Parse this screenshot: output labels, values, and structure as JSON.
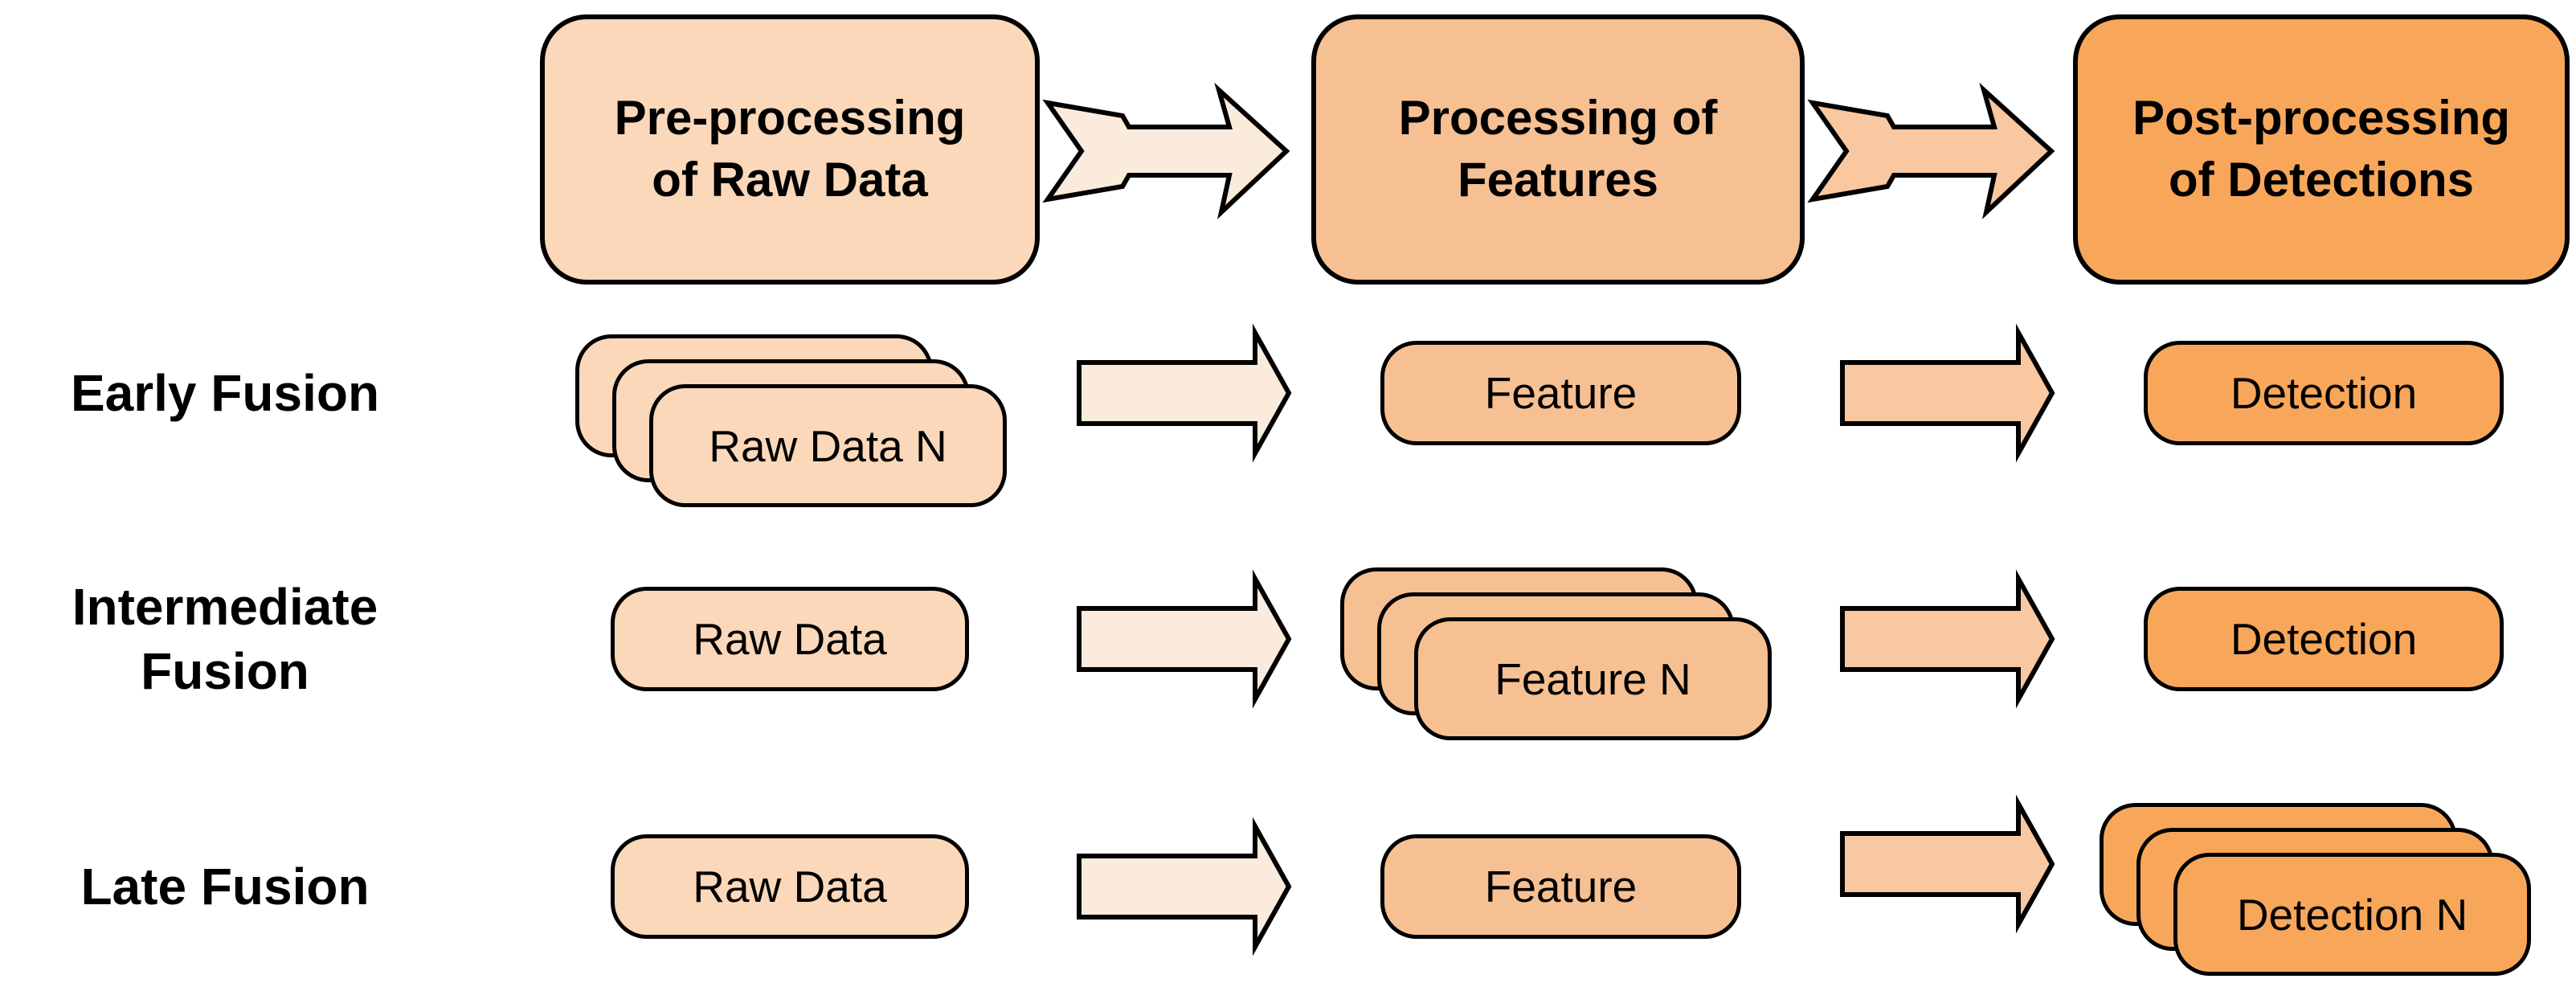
{
  "colors": {
    "stage1": "#FAD8B9",
    "stage2": "#F7C092",
    "stage3": "#F8A75A",
    "arrow1": "#FBEBDC",
    "arrow2": "#F9C8A0",
    "outline": "#000000"
  },
  "header": {
    "stages": [
      {
        "label": "Pre-processing\nof Raw Data"
      },
      {
        "label": "Processing of\nFeatures"
      },
      {
        "label": "Post-processing\nof Detections"
      }
    ]
  },
  "rows": [
    {
      "label": "Early Fusion",
      "cells": [
        {
          "kind": "stack",
          "label": "Raw Data N"
        },
        {
          "kind": "single",
          "label": "Feature"
        },
        {
          "kind": "single",
          "label": "Detection"
        }
      ]
    },
    {
      "label": "Intermediate\nFusion",
      "cells": [
        {
          "kind": "single",
          "label": "Raw Data"
        },
        {
          "kind": "stack",
          "label": "Feature N"
        },
        {
          "kind": "single",
          "label": "Detection"
        }
      ]
    },
    {
      "label": "Late Fusion",
      "cells": [
        {
          "kind": "single",
          "label": "Raw Data"
        },
        {
          "kind": "single",
          "label": "Feature"
        },
        {
          "kind": "stack",
          "label": "Detection N"
        }
      ]
    }
  ]
}
